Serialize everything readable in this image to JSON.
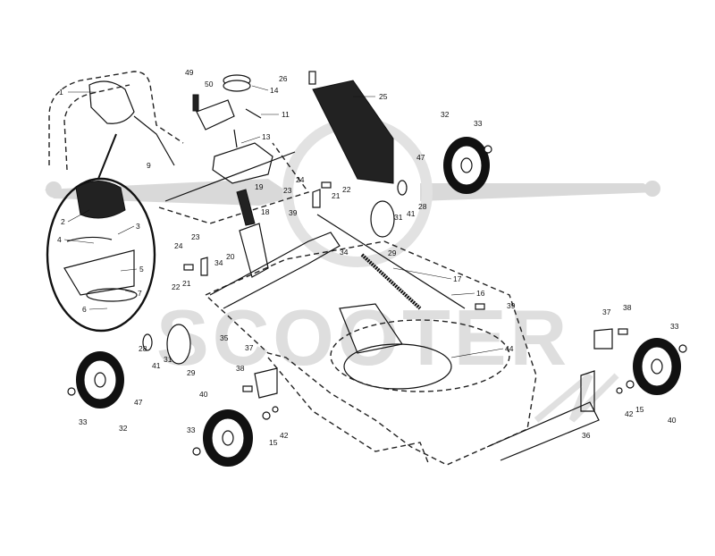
{
  "watermark": {
    "text": "SCOOTER",
    "color": "#d9d9d9"
  },
  "callouts": [
    {
      "id": "c1",
      "text": "1"
    },
    {
      "id": "c2",
      "text": "2"
    },
    {
      "id": "c3",
      "text": "3"
    },
    {
      "id": "c4",
      "text": "4"
    },
    {
      "id": "c5",
      "text": "5"
    },
    {
      "id": "c6",
      "text": "6"
    },
    {
      "id": "c7",
      "text": "7"
    },
    {
      "id": "c9",
      "text": "9"
    },
    {
      "id": "c49",
      "text": "49"
    },
    {
      "id": "c50",
      "text": "50"
    },
    {
      "id": "c13",
      "text": "13"
    },
    {
      "id": "c14",
      "text": "14"
    },
    {
      "id": "c11",
      "text": "11"
    },
    {
      "id": "c26",
      "text": "26"
    },
    {
      "id": "c25",
      "text": "25"
    },
    {
      "id": "c32a",
      "text": "32"
    },
    {
      "id": "c33a",
      "text": "33"
    },
    {
      "id": "c47a",
      "text": "47"
    },
    {
      "id": "c24a",
      "text": "24"
    },
    {
      "id": "c23a",
      "text": "23"
    },
    {
      "id": "c21a",
      "text": "21"
    },
    {
      "id": "c22a",
      "text": "22"
    },
    {
      "id": "c39a",
      "text": "39"
    },
    {
      "id": "c19",
      "text": "19"
    },
    {
      "id": "c18",
      "text": "18"
    },
    {
      "id": "c31a",
      "text": "31"
    },
    {
      "id": "c41a",
      "text": "41"
    },
    {
      "id": "c28a",
      "text": "28"
    },
    {
      "id": "c34a",
      "text": "34"
    },
    {
      "id": "c29a",
      "text": "29"
    },
    {
      "id": "c24b",
      "text": "24"
    },
    {
      "id": "c23b",
      "text": "23"
    },
    {
      "id": "c20",
      "text": "20"
    },
    {
      "id": "c34b",
      "text": "34"
    },
    {
      "id": "c22b",
      "text": "22"
    },
    {
      "id": "c21b",
      "text": "21"
    },
    {
      "id": "c17",
      "text": "17"
    },
    {
      "id": "c16",
      "text": "16"
    },
    {
      "id": "c39b",
      "text": "39"
    },
    {
      "id": "c35",
      "text": "35"
    },
    {
      "id": "c28b",
      "text": "28"
    },
    {
      "id": "c41b",
      "text": "41"
    },
    {
      "id": "c31b",
      "text": "31"
    },
    {
      "id": "c47b",
      "text": "47"
    },
    {
      "id": "c29b",
      "text": "29"
    },
    {
      "id": "c33b",
      "text": "33"
    },
    {
      "id": "c32b",
      "text": "32"
    },
    {
      "id": "c44",
      "text": "44"
    },
    {
      "id": "c37a",
      "text": "37"
    },
    {
      "id": "c38a",
      "text": "38"
    },
    {
      "id": "c40a",
      "text": "40"
    },
    {
      "id": "c15a",
      "text": "15"
    },
    {
      "id": "c42a",
      "text": "42"
    },
    {
      "id": "c33c",
      "text": "33"
    },
    {
      "id": "c37b",
      "text": "37"
    },
    {
      "id": "c38b",
      "text": "38"
    },
    {
      "id": "c33d",
      "text": "33"
    },
    {
      "id": "c42b",
      "text": "42"
    },
    {
      "id": "c15b",
      "text": "15"
    },
    {
      "id": "c40b",
      "text": "40"
    },
    {
      "id": "c36",
      "text": "36"
    }
  ]
}
